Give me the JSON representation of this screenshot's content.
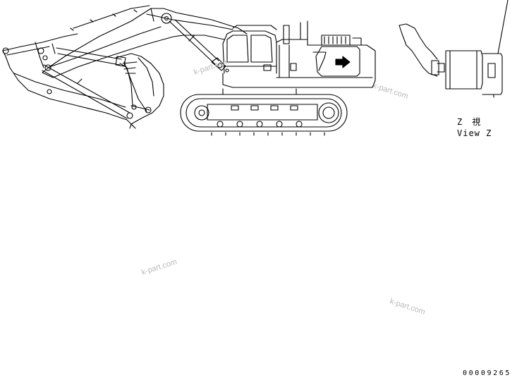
{
  "view_label_jp": "Z　視",
  "view_label_en": "View Z",
  "drawing_number": "00009265",
  "watermarks": [
    "k-part.com",
    "k-part.com",
    "k-part.com",
    "k-part.com"
  ],
  "colors": {
    "line": "#000000",
    "background": "#ffffff",
    "watermark": "#b9b9b9"
  }
}
